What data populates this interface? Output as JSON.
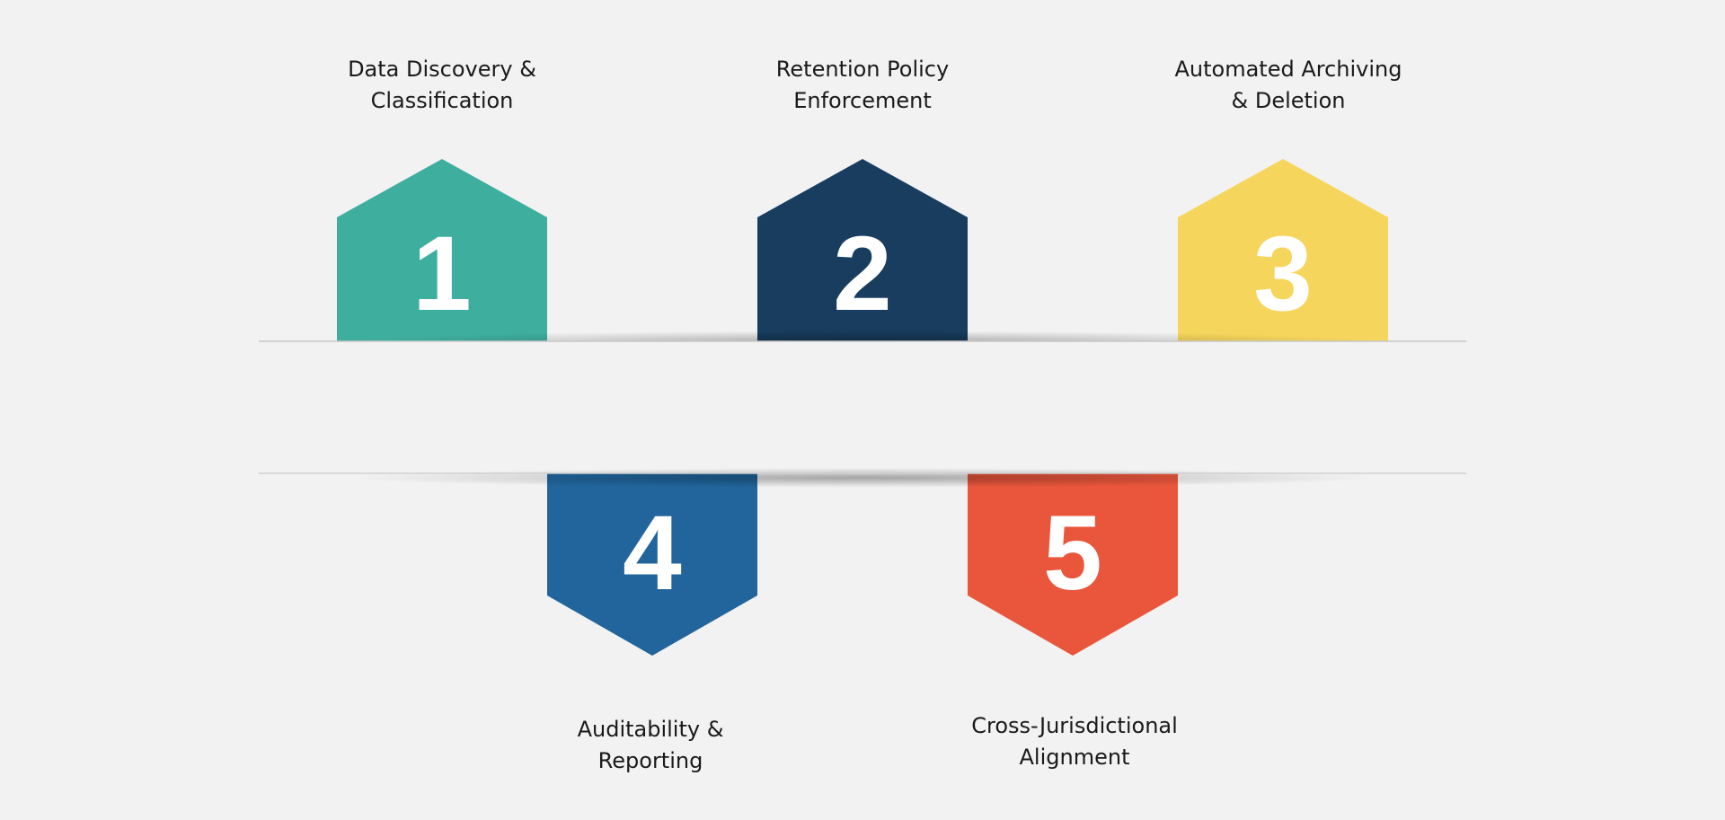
{
  "steps": [
    {
      "number": "1",
      "title_lines": [
        "Data Discovery &",
        "Classification"
      ],
      "color": "#3eae9f"
    },
    {
      "number": "2",
      "title_lines": [
        "Retention Policy",
        "Enforcement"
      ],
      "color": "#183d5f"
    },
    {
      "number": "3",
      "title_lines": [
        "Automated Archiving",
        "& Deletion"
      ],
      "color": "#f5d55c"
    },
    {
      "number": "4",
      "title_lines": [
        "Auditability &",
        "Reporting"
      ],
      "color": "#21659c"
    },
    {
      "number": "5",
      "title_lines": [
        "Cross-Jurisdictional",
        "Alignment"
      ],
      "color": "#e9563c"
    }
  ]
}
